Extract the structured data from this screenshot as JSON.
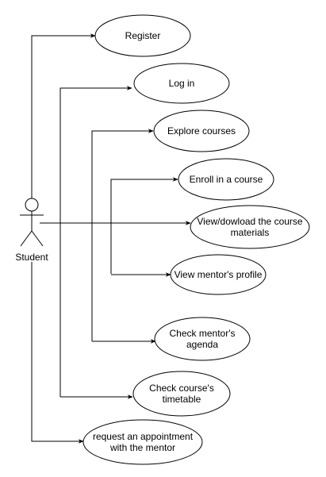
{
  "actor": {
    "label": "Student"
  },
  "use_cases": [
    {
      "id": "register",
      "lines": [
        "Register"
      ]
    },
    {
      "id": "log-in",
      "lines": [
        "Log in"
      ]
    },
    {
      "id": "explore-courses",
      "lines": [
        "Explore courses"
      ]
    },
    {
      "id": "enroll-course",
      "lines": [
        "Enroll in a course"
      ]
    },
    {
      "id": "view-download-materials",
      "lines": [
        "View/dowload the course",
        "materials"
      ]
    },
    {
      "id": "view-mentor-profile",
      "lines": [
        "View mentor's profile"
      ]
    },
    {
      "id": "check-mentor-agenda",
      "lines": [
        "Check mentor's",
        "agenda"
      ]
    },
    {
      "id": "check-course-timetable",
      "lines": [
        "Check course's",
        "timetable"
      ]
    },
    {
      "id": "request-appointment",
      "lines": [
        "request an appointment",
        "with the mentor"
      ]
    }
  ],
  "colors": {
    "stroke": "#000000",
    "fill": "#ffffff",
    "text": "#000000"
  }
}
